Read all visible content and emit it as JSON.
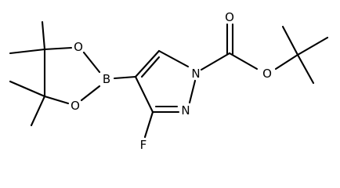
{
  "atoms": {
    "oxygen_carbonyl": "O",
    "oxygen_ester": "O",
    "nitrogen_n1": "N",
    "nitrogen_n2": "N",
    "boron": "B",
    "oxygen_boronate_top": "O",
    "oxygen_boronate_bottom": "O",
    "fluorine": "F"
  }
}
